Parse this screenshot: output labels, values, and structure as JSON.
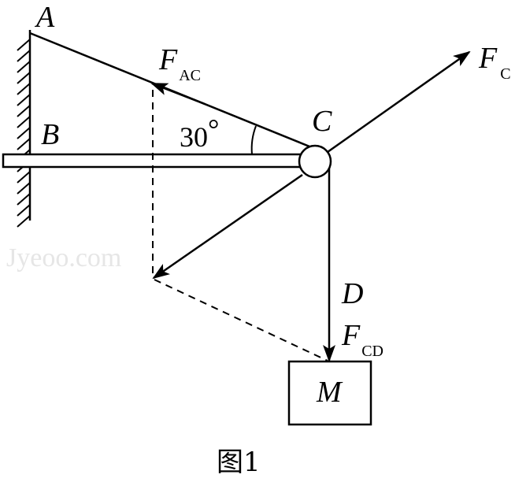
{
  "labels": {
    "A": "A",
    "B": "B",
    "C": "C",
    "D": "D",
    "M": "M"
  },
  "forces": {
    "F_AC": {
      "main": "F",
      "sub": "AC"
    },
    "F_C": {
      "main": "F",
      "sub": "C"
    },
    "F_CD": {
      "main": "F",
      "sub": "CD"
    }
  },
  "angle": {
    "value": "30",
    "unit": "°"
  },
  "caption": "图1",
  "watermark": "Jyeoo.com"
}
